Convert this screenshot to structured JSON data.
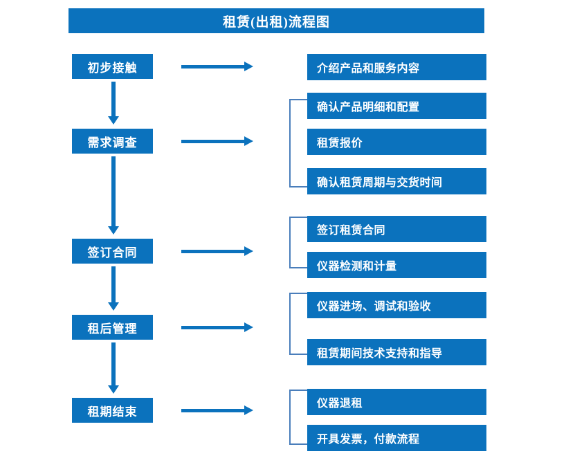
{
  "title": "租赁(出租)流程图",
  "colors": {
    "primary": "#0b72bd",
    "bracket": "#4a7ebb",
    "text_on_primary": "#ffffff",
    "background": "#ffffff"
  },
  "stages": [
    {
      "label": "初步接触"
    },
    {
      "label": "需求调查"
    },
    {
      "label": "签订合同"
    },
    {
      "label": "租后管理"
    },
    {
      "label": "租期结束"
    }
  ],
  "tasks": [
    {
      "label": "介绍产品和服务内容"
    },
    {
      "label": "确认产品明细和配置"
    },
    {
      "label": "租赁报价"
    },
    {
      "label": "确认租赁周期与交货时间"
    },
    {
      "label": "签订租赁合同"
    },
    {
      "label": "仪器检测和计量"
    },
    {
      "label": "仪器进场、调试和验收"
    },
    {
      "label": "租赁期间技术支持和指导"
    },
    {
      "label": "仪器退租"
    },
    {
      "label": "开具发票，付款流程"
    }
  ],
  "groups": [
    {
      "stage": "初步接触",
      "tasks": [
        "介绍产品和服务内容"
      ]
    },
    {
      "stage": "需求调查",
      "tasks": [
        "确认产品明细和配置",
        "租赁报价",
        "确认租赁周期与交货时间"
      ]
    },
    {
      "stage": "签订合同",
      "tasks": [
        "签订租赁合同",
        "仪器检测和计量"
      ]
    },
    {
      "stage": "租后管理",
      "tasks": [
        "仪器进场、调试和验收",
        "租赁期间技术支持和指导"
      ]
    },
    {
      "stage": "租期结束",
      "tasks": [
        "仪器退租",
        "开具发票，付款流程"
      ]
    }
  ]
}
